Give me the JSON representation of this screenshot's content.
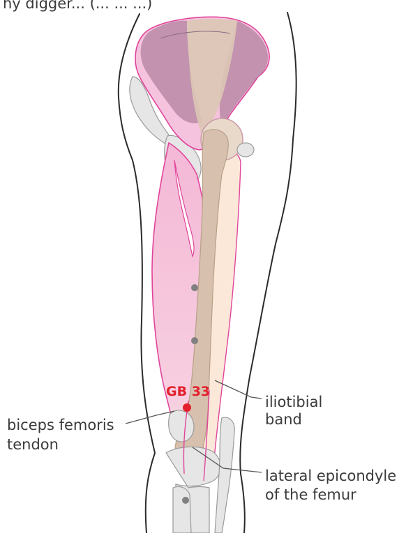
{
  "header_fragment": "hy digger... (... ... ...)",
  "point": {
    "label": "GB 33",
    "color": "#e3202b"
  },
  "labels": {
    "iliotibial": [
      "iliotibial",
      "band"
    ],
    "biceps": [
      "biceps femoris",
      "tendon"
    ],
    "epicondyle": [
      "lateral epicondyle",
      "of the femur"
    ]
  },
  "colors": {
    "muscle_pink": "#f3b9d6",
    "pelvis_mauve": "#b58aa6",
    "femur_tan": "#d9c3b0",
    "bone_grey": "#e6e6e6",
    "outline": "#2b2b2b",
    "marker_grey": "#808080"
  }
}
